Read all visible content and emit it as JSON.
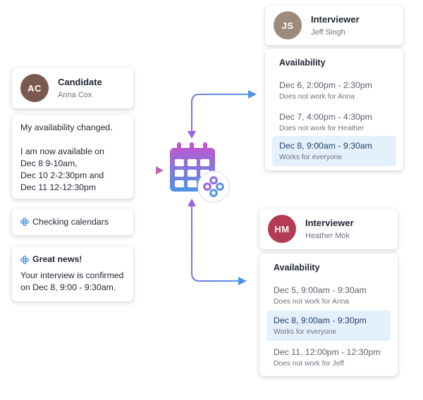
{
  "candidate": {
    "role": "Candidate",
    "name": "Anna Cox",
    "initials": "AC"
  },
  "message": {
    "lines": [
      "My availability changed.",
      "",
      "I am now available on",
      "Dec 8  9-10am,",
      "Dec 10 2-2:30pm and",
      "Dec 11 12-12:30pm"
    ]
  },
  "checking": {
    "label": "Checking calendars"
  },
  "confirmation": {
    "title": "Great news!",
    "lines": [
      "Your interview is confirmed",
      "on Dec 8, 9:00 - 9:30am."
    ]
  },
  "interviewers": [
    {
      "role": "Interviewer",
      "name": "Jeff Singh",
      "initials": "JS",
      "availability_title": "Availability",
      "slots": [
        {
          "time": "Dec 6, 2:00pm - 2:30pm",
          "note": "Does not work for Anna",
          "highlight": false
        },
        {
          "time": "Dec 7, 4:00pm - 4:30pm",
          "note": "Does not work for Heather",
          "highlight": false
        },
        {
          "time": "Dec 8, 9:00am - 9:30am",
          "note": "Works for everyone",
          "highlight": true
        }
      ]
    },
    {
      "role": "Interviewer",
      "name": "Heather Mok",
      "initials": "HM",
      "availability_title": "Availability",
      "slots": [
        {
          "time": "Dec 5, 9:00am - 9:30am",
          "note": "Does not work for Anna",
          "highlight": false
        },
        {
          "time": "Dec 8, 9:00am - 9:30pm",
          "note": "Works for everyone",
          "highlight": true
        },
        {
          "time": "Dec 11, 12:00pm - 12:30pm",
          "note": "Does not work for Jeff",
          "highlight": false
        }
      ]
    }
  ],
  "colors": {
    "accent_blue": "#4f93e6",
    "accent_purple": "#9a63d6",
    "accent_pink": "#e0587a",
    "highlight_bg": "#e4f0fb",
    "avatar_candidate": "#7a5a4e",
    "avatar_jeff": "#9e8a7c",
    "avatar_heather": "#b33b52"
  },
  "icons": [
    "calendar-icon",
    "connector-flower-icon",
    "flower-icon"
  ]
}
